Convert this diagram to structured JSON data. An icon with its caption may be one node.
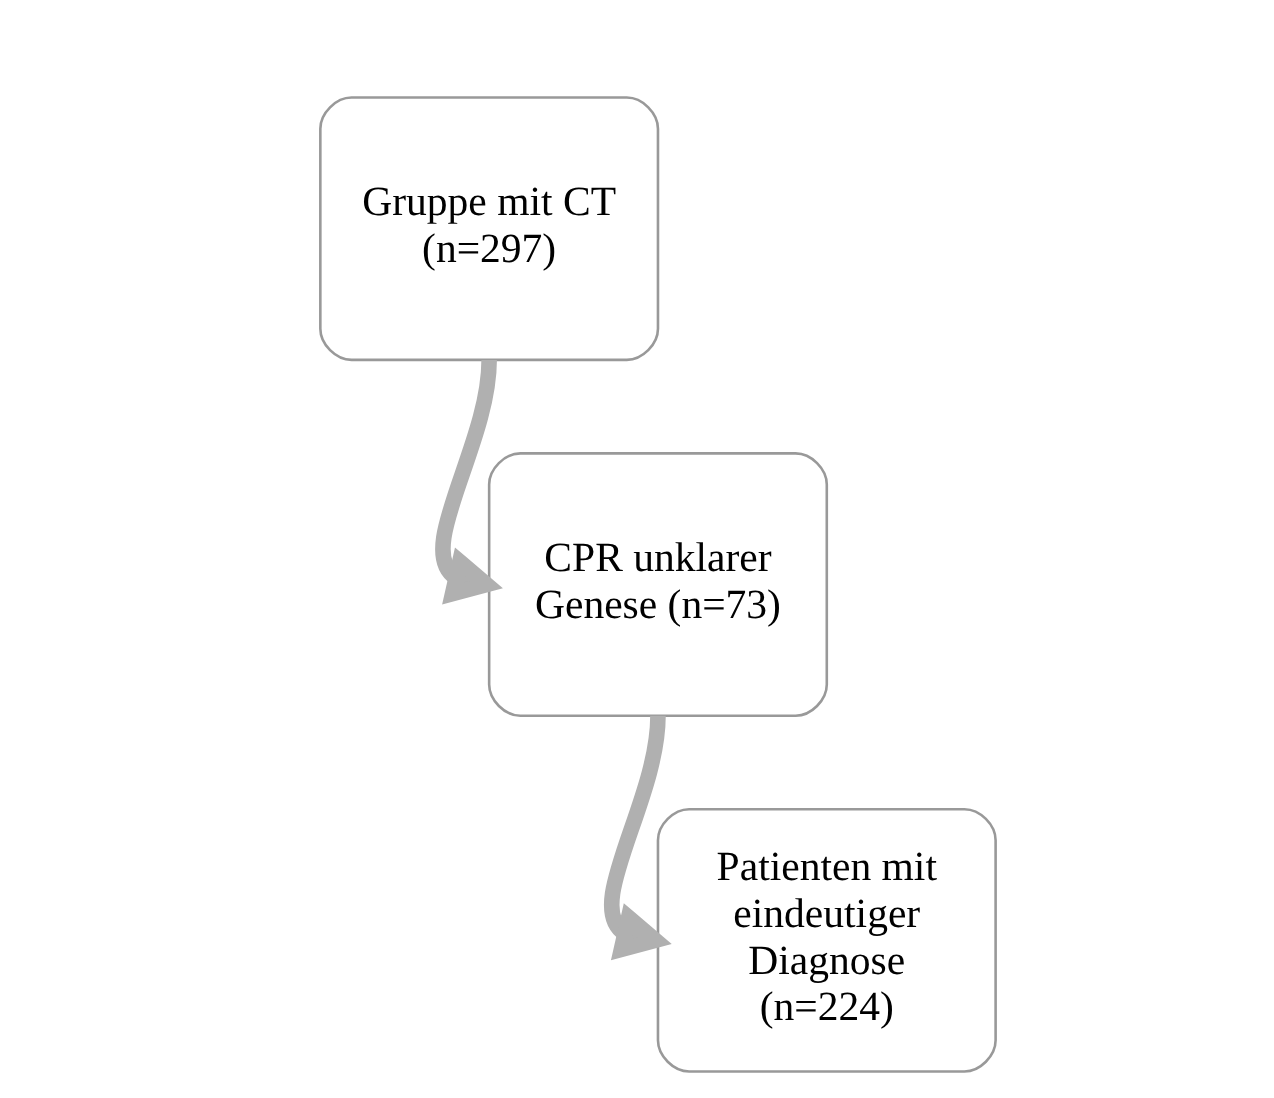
{
  "diagram": {
    "nodes": [
      {
        "text": [
          "Gruppe mit CT (n=297)"
        ]
      },
      {
        "text": [
          "CPR unklarer Genese (n=73)"
        ]
      },
      {
        "text": [
          "Patienten mit eindeutiger Diagnose (n=224)"
        ]
      }
    ],
    "edges": [
      {
        "from": 0,
        "to": 1,
        "arrow": "to"
      },
      {
        "from": 1,
        "to": 2,
        "arrow": "to"
      }
    ]
  }
}
